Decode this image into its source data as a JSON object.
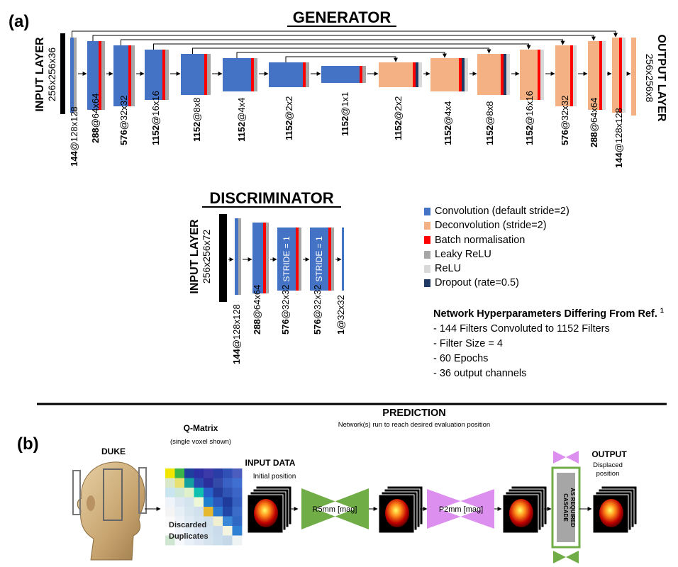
{
  "panel_a_label": "(a)",
  "panel_b_label": "(b)",
  "generator": {
    "title": "GENERATOR",
    "input_label": "INPUT LAYER",
    "input_dims": "256x256x36",
    "output_label": "OUTPUT LAYER",
    "output_dims": "256x256x8",
    "layers": [
      "144@128x128",
      "288@64x64",
      "576@32x32",
      "1152@16x16",
      "1152@8x8",
      "1152@4x4",
      "1152@2x2",
      "1152@1x1",
      "1152@2x2",
      "1152@4x4",
      "1152@8x8",
      "1152@16x16",
      "576@32x32",
      "288@64x64",
      "144@128x128"
    ]
  },
  "discriminator": {
    "title": "DISCRIMINATOR",
    "input_label": "INPUT LAYER",
    "input_dims": "256x256x72",
    "stride_label": "STRIDE = 1",
    "layers": [
      "144@128x128",
      "288@64x64",
      "576@32x32",
      "576@32x32",
      "1@32x32"
    ]
  },
  "legend": [
    {
      "label": "Convolution (default stride=2)",
      "color": "#4472c4"
    },
    {
      "label": "Deconvolution (stride=2)",
      "color": "#f4b183"
    },
    {
      "label": "Batch normalisation",
      "color": "#ff0000"
    },
    {
      "label": "Leaky ReLU",
      "color": "#a6a6a6"
    },
    {
      "label": "ReLU",
      "color": "#d9d9d9"
    },
    {
      "label": "Dropout (rate=0.5)",
      "color": "#1f3864"
    }
  ],
  "hyperparameters": {
    "title": "Network Hyperparameters Differing From Ref.",
    "ref": "1",
    "items": [
      "- 144 Filters Convoluted to 1152 Filters",
      "- Filter Size =  4",
      "- 60 Epochs",
      "- 36 output channels"
    ]
  },
  "prediction": {
    "title": "PREDICTION",
    "subtitle": "Network(s) run to reach desired evaluation position",
    "duke_label": "DUKE",
    "qmatrix_title": "Q-Matrix",
    "qmatrix_sub": "(single voxel shown)",
    "qmatrix_note_1": "Discarded",
    "qmatrix_note_2": "Duplicates",
    "input_title": "INPUT DATA",
    "input_sub": "Initial position",
    "net1_label": "R5mm [mag]",
    "net2_label": "P2mm [mag]",
    "cascade_1": "CASCADE",
    "cascade_2": "AS REQUIRED",
    "output_title": "OUTPUT",
    "output_sub_1": "Displaced",
    "output_sub_2": "position"
  },
  "colors": {
    "conv": "#4472c4",
    "deconv": "#f4b183",
    "batchnorm": "#ff0000",
    "leaky": "#a6a6a6",
    "relu": "#d9d9d9",
    "dropout": "#1f3864",
    "net_green": "#70ad47",
    "net_purple": "#dd8ff0"
  }
}
